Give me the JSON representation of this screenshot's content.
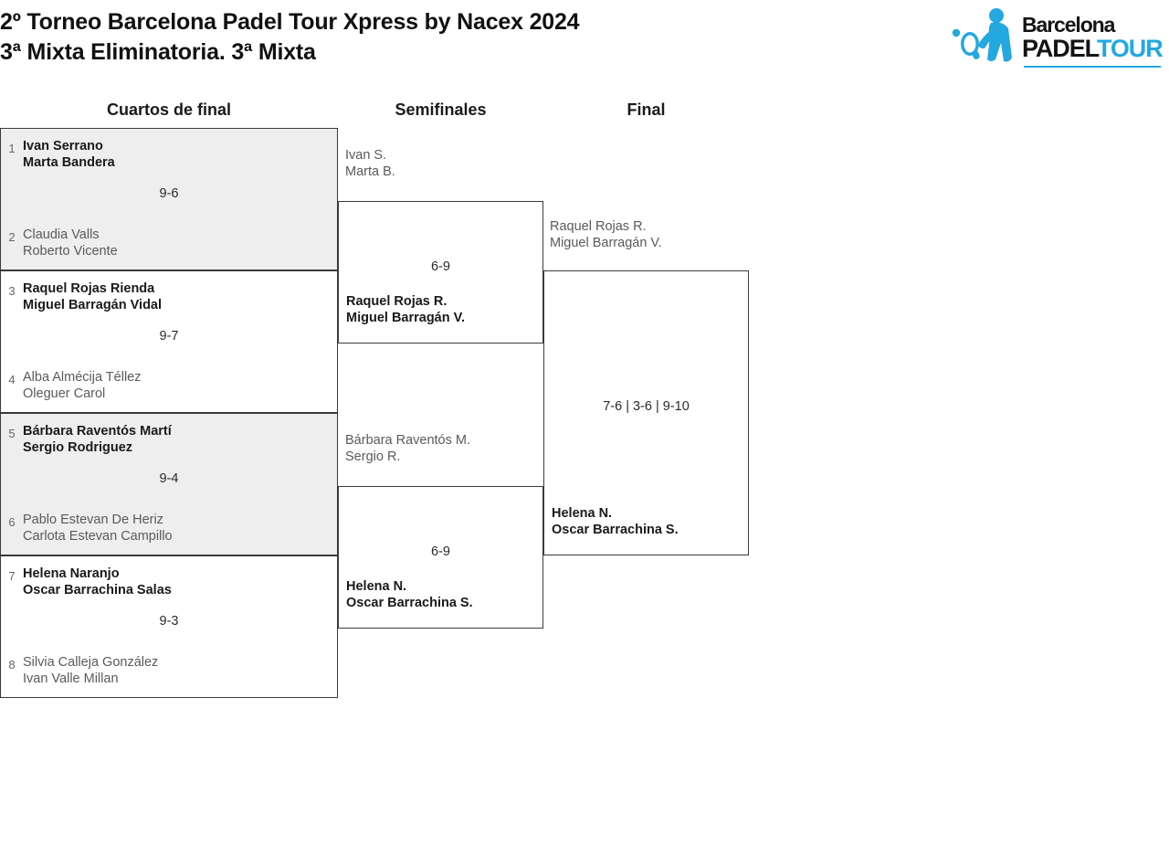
{
  "header": {
    "title_line1": "2º Torneo Barcelona Padel Tour Xpress by Nacex 2024",
    "title_line2": "3ª Mixta Eliminatoria. 3ª Mixta"
  },
  "logo": {
    "line1": "Barcelona",
    "padel": "PADEL",
    "tour": "TOUR",
    "mark_icon": "padel-player-silhouette-icon",
    "brand_blue": "#23a8e0",
    "brand_black": "#141414"
  },
  "rounds": {
    "quarterfinals_label": "Cuartos de final",
    "semifinals_label": "Semifinales",
    "final_label": "Final"
  },
  "quarterfinals": [
    {
      "seed_top": "1",
      "top_p1": "Ivan Serrano",
      "top_p2": "Marta Bandera",
      "seed_bottom": "2",
      "bottom_p1": "Claudia Valls",
      "bottom_p2": "Roberto Vicente",
      "score": "9-6"
    },
    {
      "seed_top": "3",
      "top_p1": "Raquel Rojas Rienda",
      "top_p2": "Miguel Barragán Vidal",
      "seed_bottom": "4",
      "bottom_p1": "Alba Almécija Téllez",
      "bottom_p2": "Oleguer Carol",
      "score": "9-7"
    },
    {
      "seed_top": "5",
      "top_p1": "Bárbara Raventós Martí",
      "top_p2": "Sergio Rodriguez",
      "seed_bottom": "6",
      "bottom_p1": "Pablo Estevan De Heriz",
      "bottom_p2": "Carlota Estevan Campillo",
      "score": "9-4"
    },
    {
      "seed_top": "7",
      "top_p1": "Helena Naranjo",
      "top_p2": "Oscar Barrachina Salas",
      "seed_bottom": "8",
      "bottom_p1": "Silvia Calleja González",
      "bottom_p2": "Ivan Valle Millan",
      "score": "9-3"
    }
  ],
  "semifinals": [
    {
      "top_p1": "Ivan S.",
      "top_p2": "Marta B.",
      "bottom_p1": "Raquel Rojas R.",
      "bottom_p2": "Miguel Barragán V.",
      "score": "6-9"
    },
    {
      "top_p1": "Bárbara Raventós M.",
      "top_p2": "Sergio R.",
      "bottom_p1": "Helena N.",
      "bottom_p2": "Oscar Barrachina S.",
      "score": "6-9"
    }
  ],
  "final": {
    "top_p1": "Raquel Rojas R.",
    "top_p2": "Miguel Barragán V.",
    "bottom_p1": "Helena N.",
    "bottom_p2": "Oscar Barrachina S.",
    "score": "7-6 | 3-6 | 9-10"
  }
}
